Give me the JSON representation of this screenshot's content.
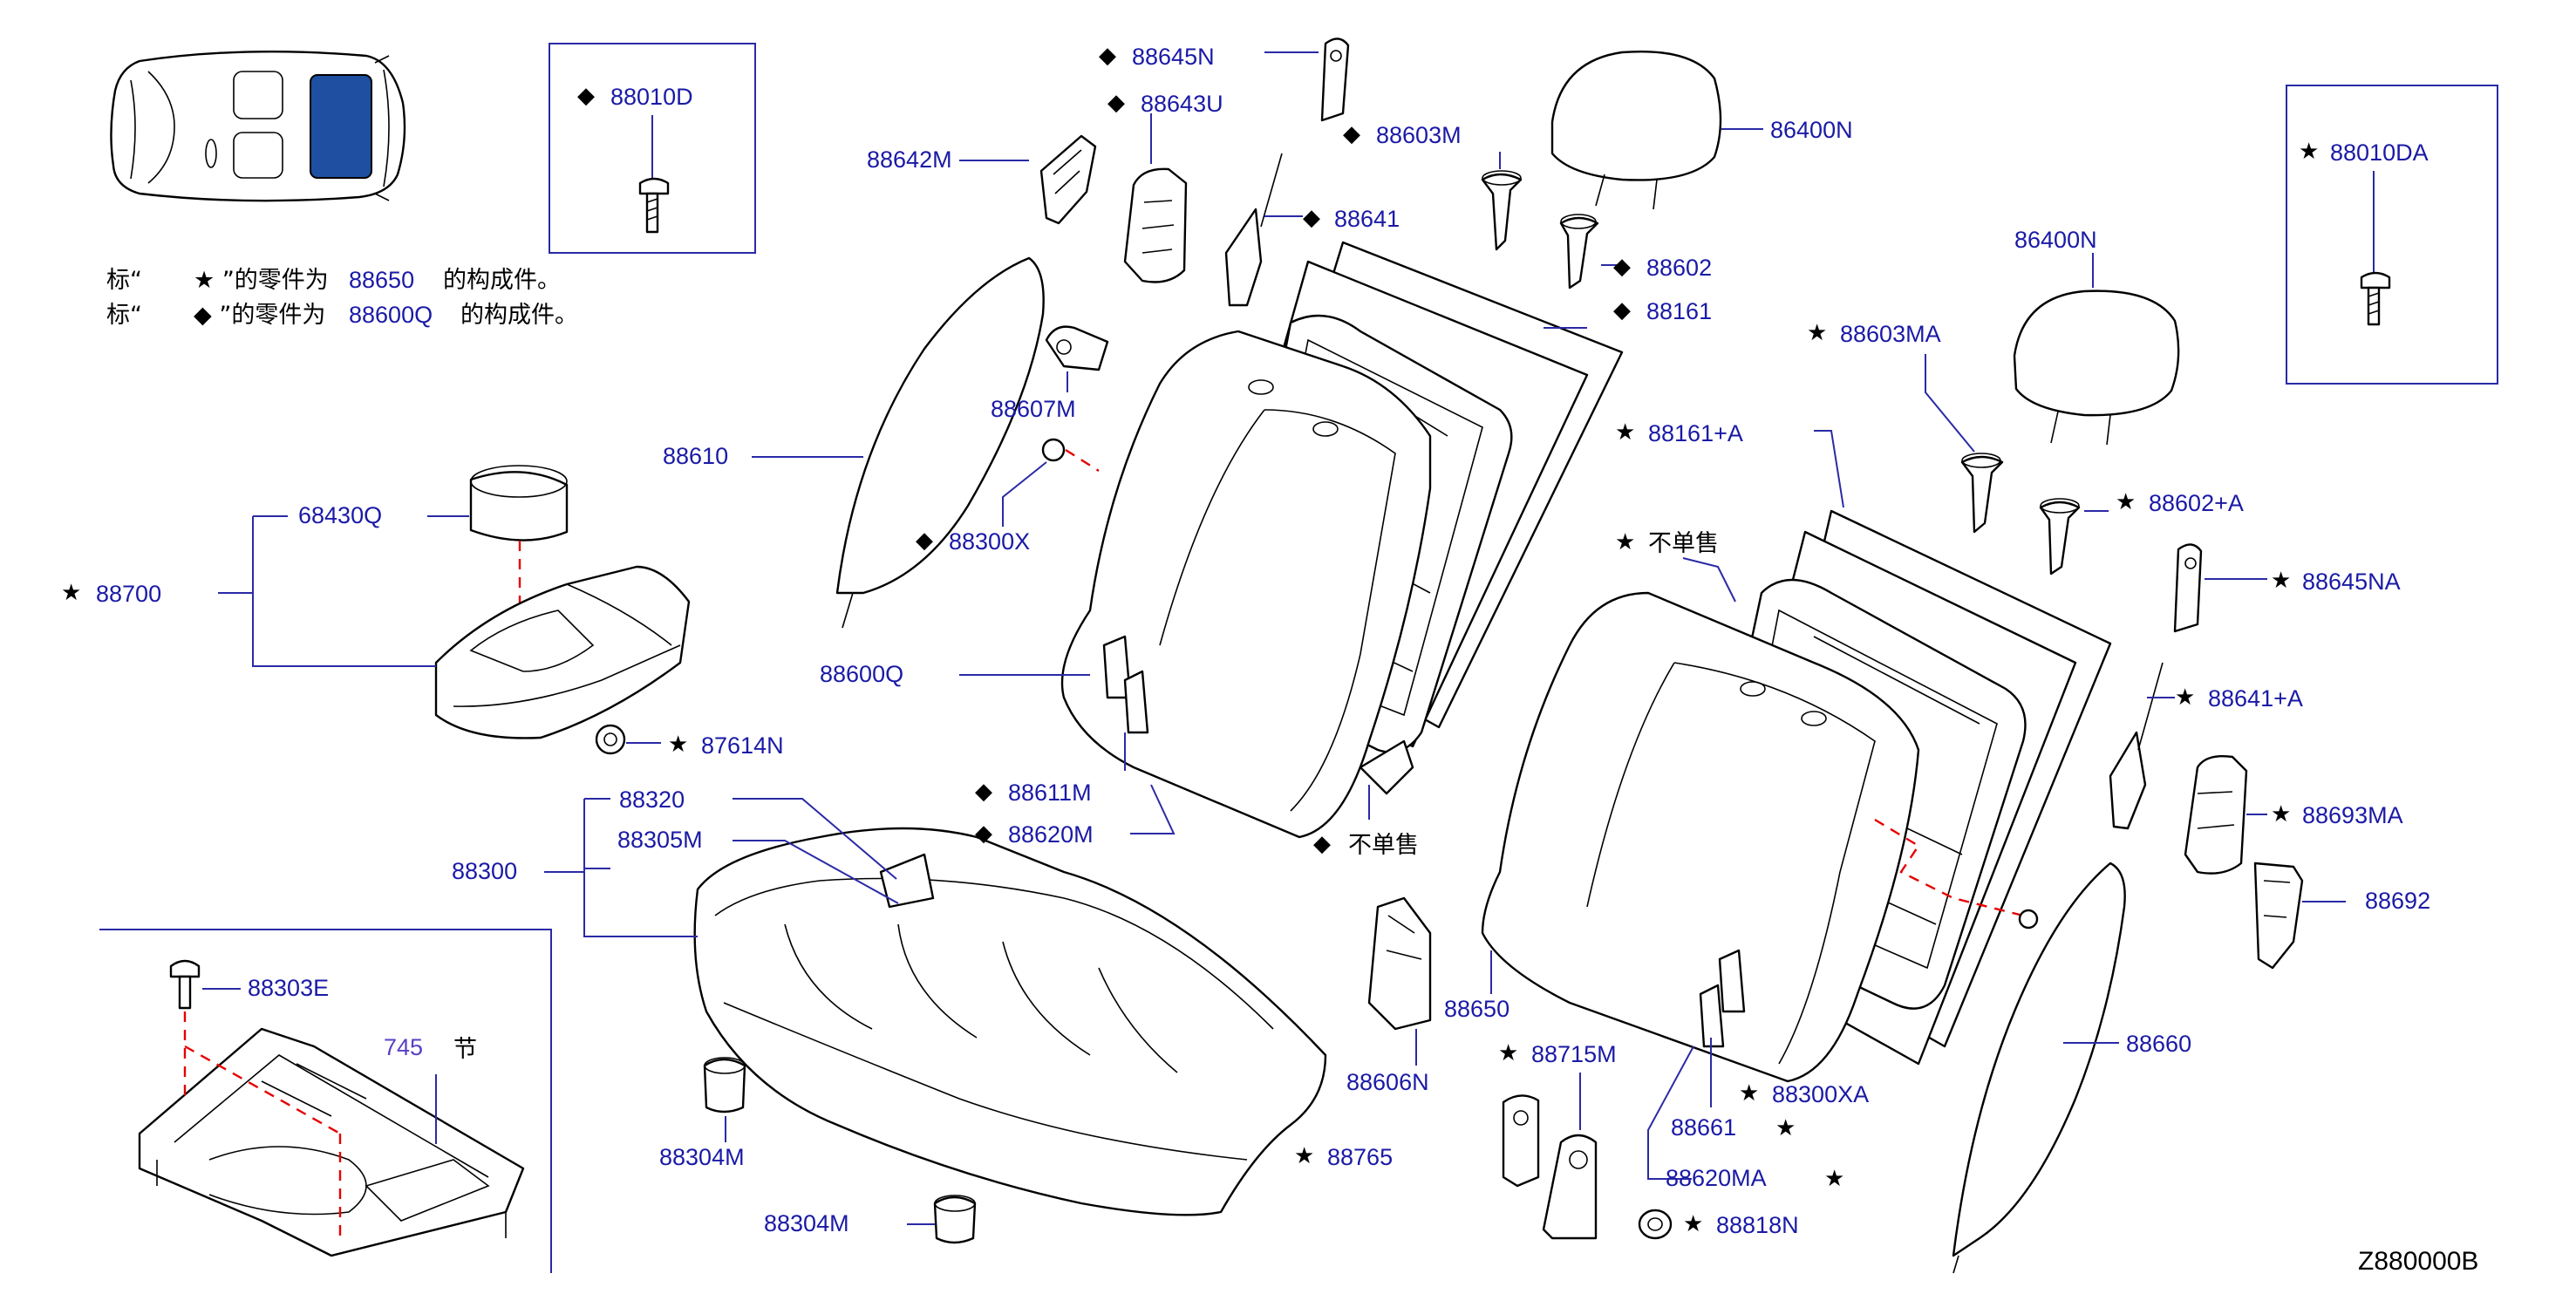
{
  "notes": [
    {
      "prefix": "标“",
      "mark": "★",
      "mid": "”的零件为",
      "part": "88650",
      "suffix": "的构成件。"
    },
    {
      "prefix": "标“",
      "mark": "◆",
      "mid": "”的零件为",
      "part": "88600Q",
      "suffix": "的构成件。"
    }
  ],
  "labels": {
    "l88645N": "88645N",
    "l88643U": "88643U",
    "l88642M": "88642M",
    "l88603M": "88603M",
    "l88641": "88641",
    "l86400N_a": "86400N",
    "l88602": "88602",
    "l88161": "88161",
    "l88010D": "88010D",
    "l88010DA": "88010DA",
    "l86400N_b": "86400N",
    "l88603MA": "88603MA",
    "l88607M": "88607M",
    "l88610": "88610",
    "l88161A": "88161+A",
    "l88602A": "88602+A",
    "l68430Q": "68430Q",
    "l88300X": "88300X",
    "lNotSold1": "不单售",
    "l88645NA": "88645NA",
    "l88700": "88700",
    "l88600Q": "88600Q",
    "l88641A": "88641+A",
    "l87614N": "87614N",
    "l88611M": "88611M",
    "l88693MA": "88693MA",
    "l88320": "88320",
    "l88305M": "88305M",
    "l88620M": "88620M",
    "lNotSold2": "不单售",
    "l88300": "88300",
    "l88692": "88692",
    "l88303E": "88303E",
    "l88650": "88650",
    "l745": "745",
    "lSection": "节",
    "l88660": "88660",
    "l88606N": "88606N",
    "l88715M": "88715M",
    "l88300XA": "88300XA",
    "l88304M_a": "88304M",
    "l88661": "88661",
    "l88765": "88765",
    "l88620MA": "88620MA",
    "l88304M_b": "88304M",
    "l88818N": "88818N",
    "figureCode": "Z880000B"
  },
  "symbols": {
    "star": "★",
    "diamond": "◆"
  },
  "colors": {
    "label": "#1a1aa6",
    "leader": "#2a2aa6",
    "dashed": "#e60000",
    "highlight": "#1e4fa0"
  }
}
